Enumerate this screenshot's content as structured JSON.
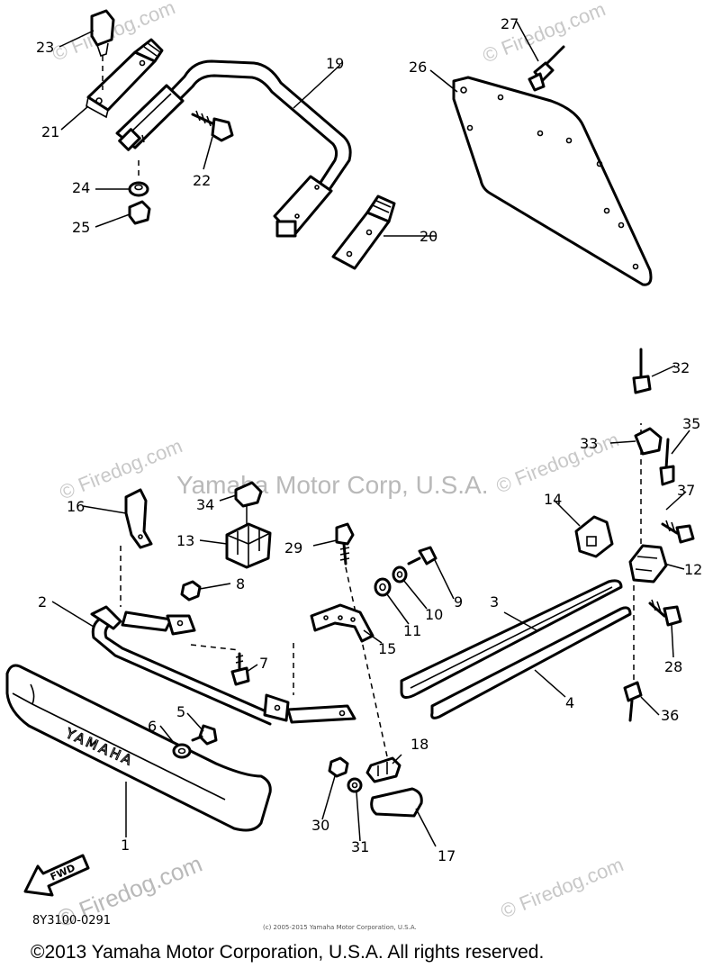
{
  "diagram": {
    "callouts": [
      "1",
      "2",
      "3",
      "4",
      "5",
      "6",
      "7",
      "8",
      "9",
      "10",
      "11",
      "12",
      "13",
      "14",
      "15",
      "16",
      "17",
      "18",
      "19",
      "20",
      "21",
      "22",
      "23",
      "24",
      "25",
      "26",
      "27",
      "28",
      "29",
      "30",
      "31",
      "32",
      "33",
      "34",
      "35",
      "36",
      "37"
    ],
    "part_embossing": "YAMAHA",
    "fwd_arrow_label": "FWD",
    "diagram_code": "8Y3100-0291",
    "watermark_site": "© Firedog.com",
    "watermark_company": "Yamaha Motor Corp, U.S.A.",
    "small_notice": "(c) 2005-2015 Yamaha Motor Corporation, U.S.A.",
    "copyright": "©2013 Yamaha Motor Corporation, U.S.A. All rights reserved."
  }
}
